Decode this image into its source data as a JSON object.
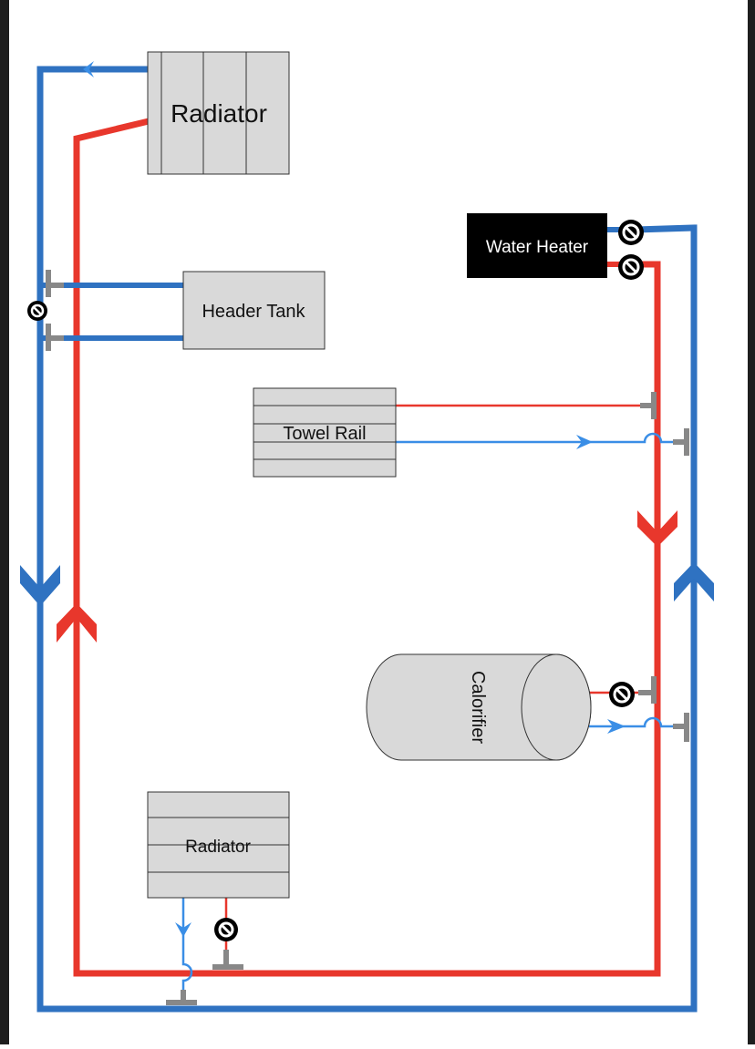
{
  "components": {
    "radiator_top": "Radiator",
    "header_tank": "Header Tank",
    "water_heater": "Water Heater",
    "towel_rail": "Towel Rail",
    "calorifier": "Calorifier",
    "radiator_bottom": "Radiator"
  },
  "colors": {
    "hot_pipe": "#e8372c",
    "cold_pipe": "#2f72c1",
    "light_cold_pipe": "#3a8ee6",
    "component_fill": "#d9d9d9",
    "heater_fill": "#000000",
    "valve_fill": "#888888"
  },
  "icons": [
    "flow-arrow-icon",
    "isolation-valve-icon",
    "tee-fitting-icon",
    "pipe-crossover-icon"
  ]
}
